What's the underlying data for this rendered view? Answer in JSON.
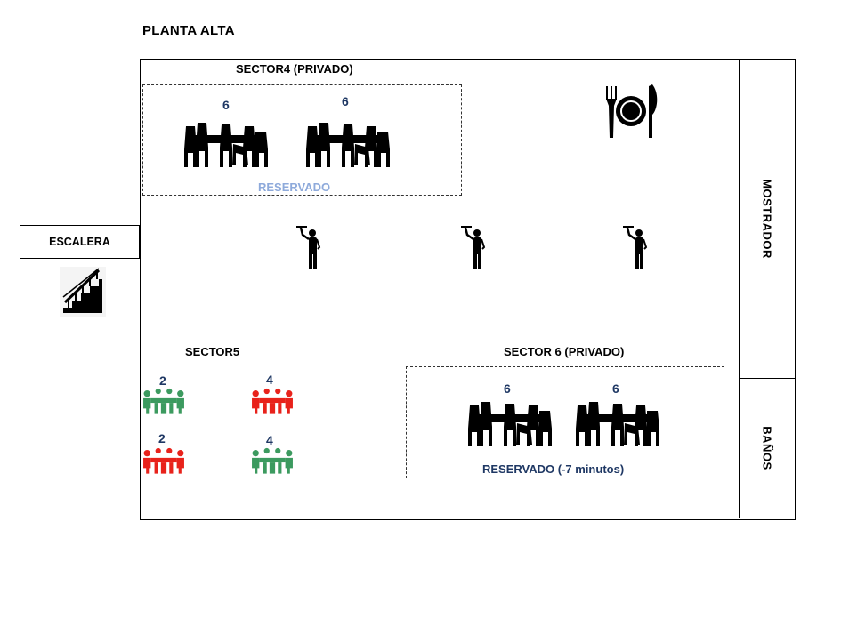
{
  "title": "PLANTA ALTA",
  "stairs_label": "ESCALERA",
  "counter_label": "MOSTRADOR",
  "restrooms_label": "BAÑOS",
  "sectors": {
    "s4": {
      "label": "SECTOR4 (PRIVADO)",
      "status": "RESERVADO",
      "status_color": "#8eaadb",
      "tables": [
        6,
        6
      ]
    },
    "s5": {
      "label": "SECTOR5",
      "tables": [
        {
          "seats": 2,
          "color": "#3c9a5f"
        },
        {
          "seats": 4,
          "color": "#e8221b"
        },
        {
          "seats": 2,
          "color": "#e8221b"
        },
        {
          "seats": 4,
          "color": "#3c9a5f"
        }
      ]
    },
    "s6": {
      "label": "SECTOR 6 (PRIVADO)",
      "status": "RESERVADO (-7 minutos)",
      "status_color": "#1f3864",
      "tables": [
        6,
        6
      ]
    }
  },
  "icons": [
    "dining-plate-icon",
    "waiter-icon",
    "stairs-icon",
    "table-six-icon",
    "table-group-icon"
  ]
}
